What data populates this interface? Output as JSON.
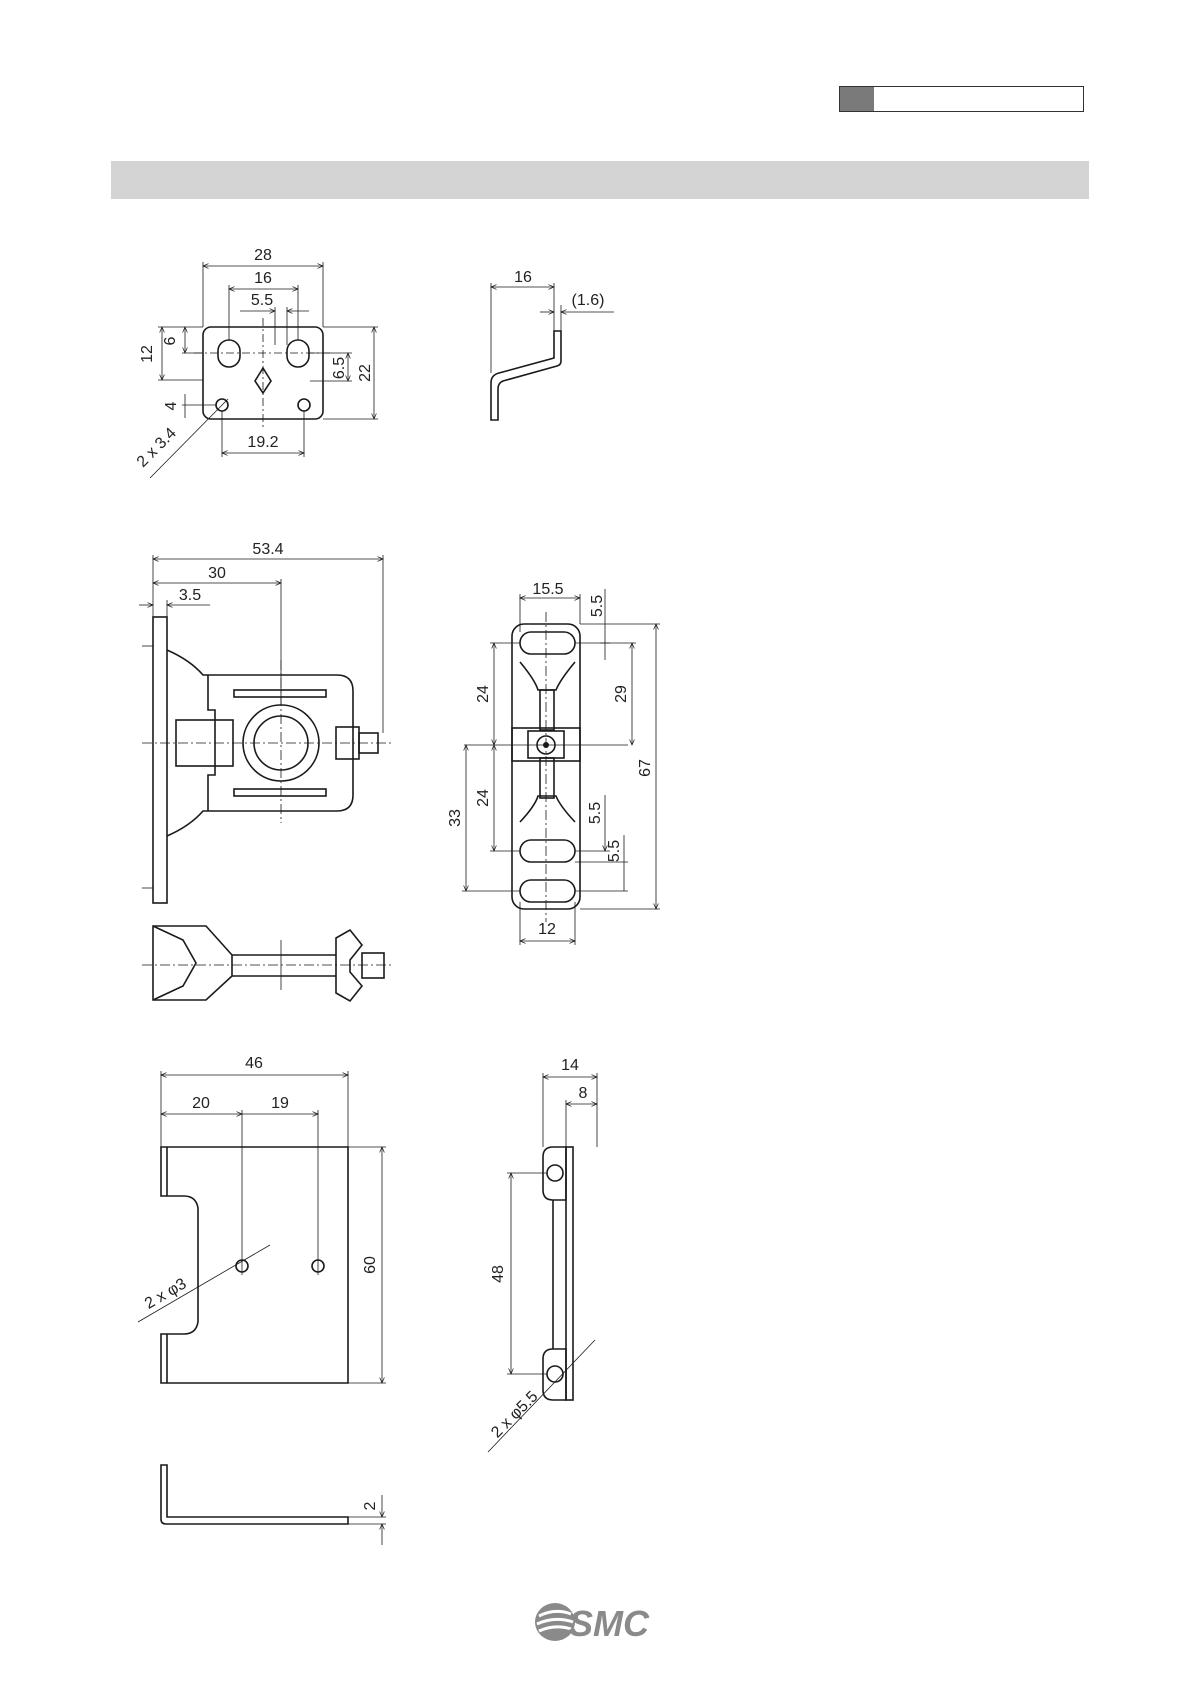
{
  "header": {
    "accent_color": "#7a7a7a",
    "title_bar_color": "#d4d4d4"
  },
  "logo": {
    "text": "SMC",
    "icon": "smc-logo-icon"
  },
  "drawings": {
    "bracket_small_front": {
      "dims": [
        "28",
        "16",
        "5.5",
        "12",
        "6",
        "6.5",
        "22",
        "4",
        "19.2",
        "2 x 3.4"
      ]
    },
    "bracket_small_side": {
      "dims": [
        "16",
        "(1.6)"
      ]
    },
    "spacer_front": {
      "dims": [
        "53.4",
        "30",
        "3.5"
      ]
    },
    "spacer_side": {
      "dims": [
        "15.5",
        "5.5",
        "29",
        "24",
        "67",
        "24",
        "33",
        "5.5",
        "5.5",
        "12"
      ]
    },
    "bracket_large_front": {
      "dims": [
        "46",
        "20",
        "19",
        "60",
        "2 x φ3"
      ]
    },
    "bracket_large_side": {
      "dims": [
        "14",
        "8",
        "48",
        "2 x φ5.5"
      ]
    },
    "bracket_large_bottom": {
      "dims": [
        "2"
      ]
    }
  }
}
